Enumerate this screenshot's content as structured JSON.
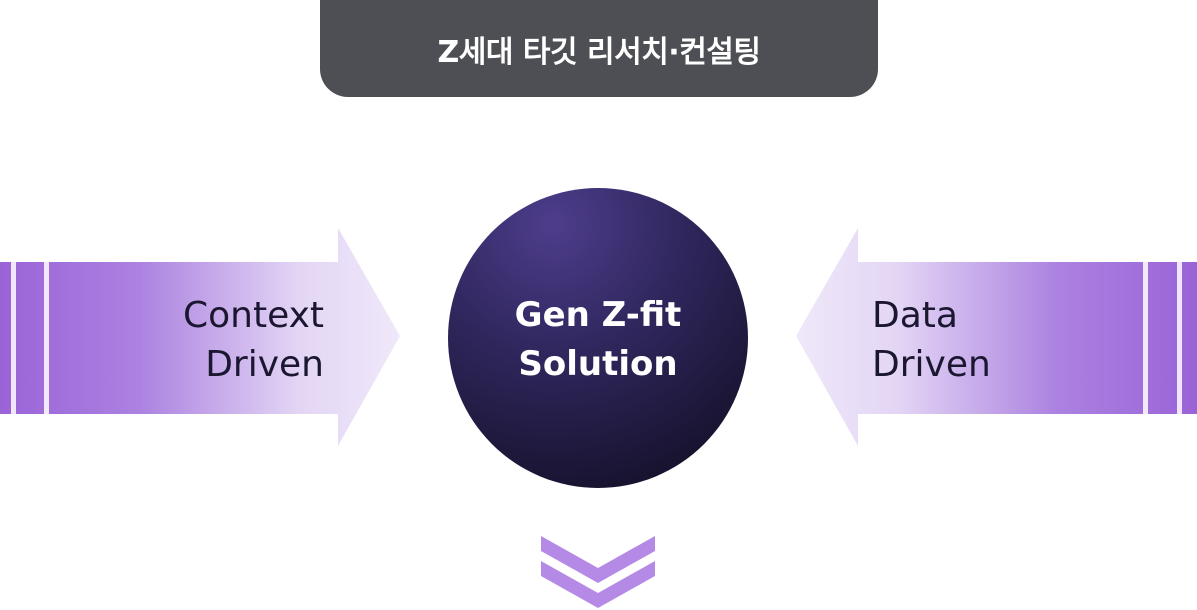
{
  "header": {
    "title": "Z세대 타깃 리서치·컨설팅"
  },
  "left_arrow": {
    "line1": "Context",
    "line2": "Driven"
  },
  "right_arrow": {
    "line1": "Data",
    "line2": "Driven"
  },
  "center": {
    "line1": "Gen Z-fit",
    "line2": "Solution"
  },
  "colors": {
    "header_bg": "#4d4f54",
    "arrow_strong": "#9a63d8",
    "arrow_light": "#ede6f8",
    "circle_light": "#4a3a86",
    "circle_dark": "#16122a",
    "chevron": "#b48ae6"
  },
  "icons": {
    "bottom": "double-chevron-down-icon"
  }
}
